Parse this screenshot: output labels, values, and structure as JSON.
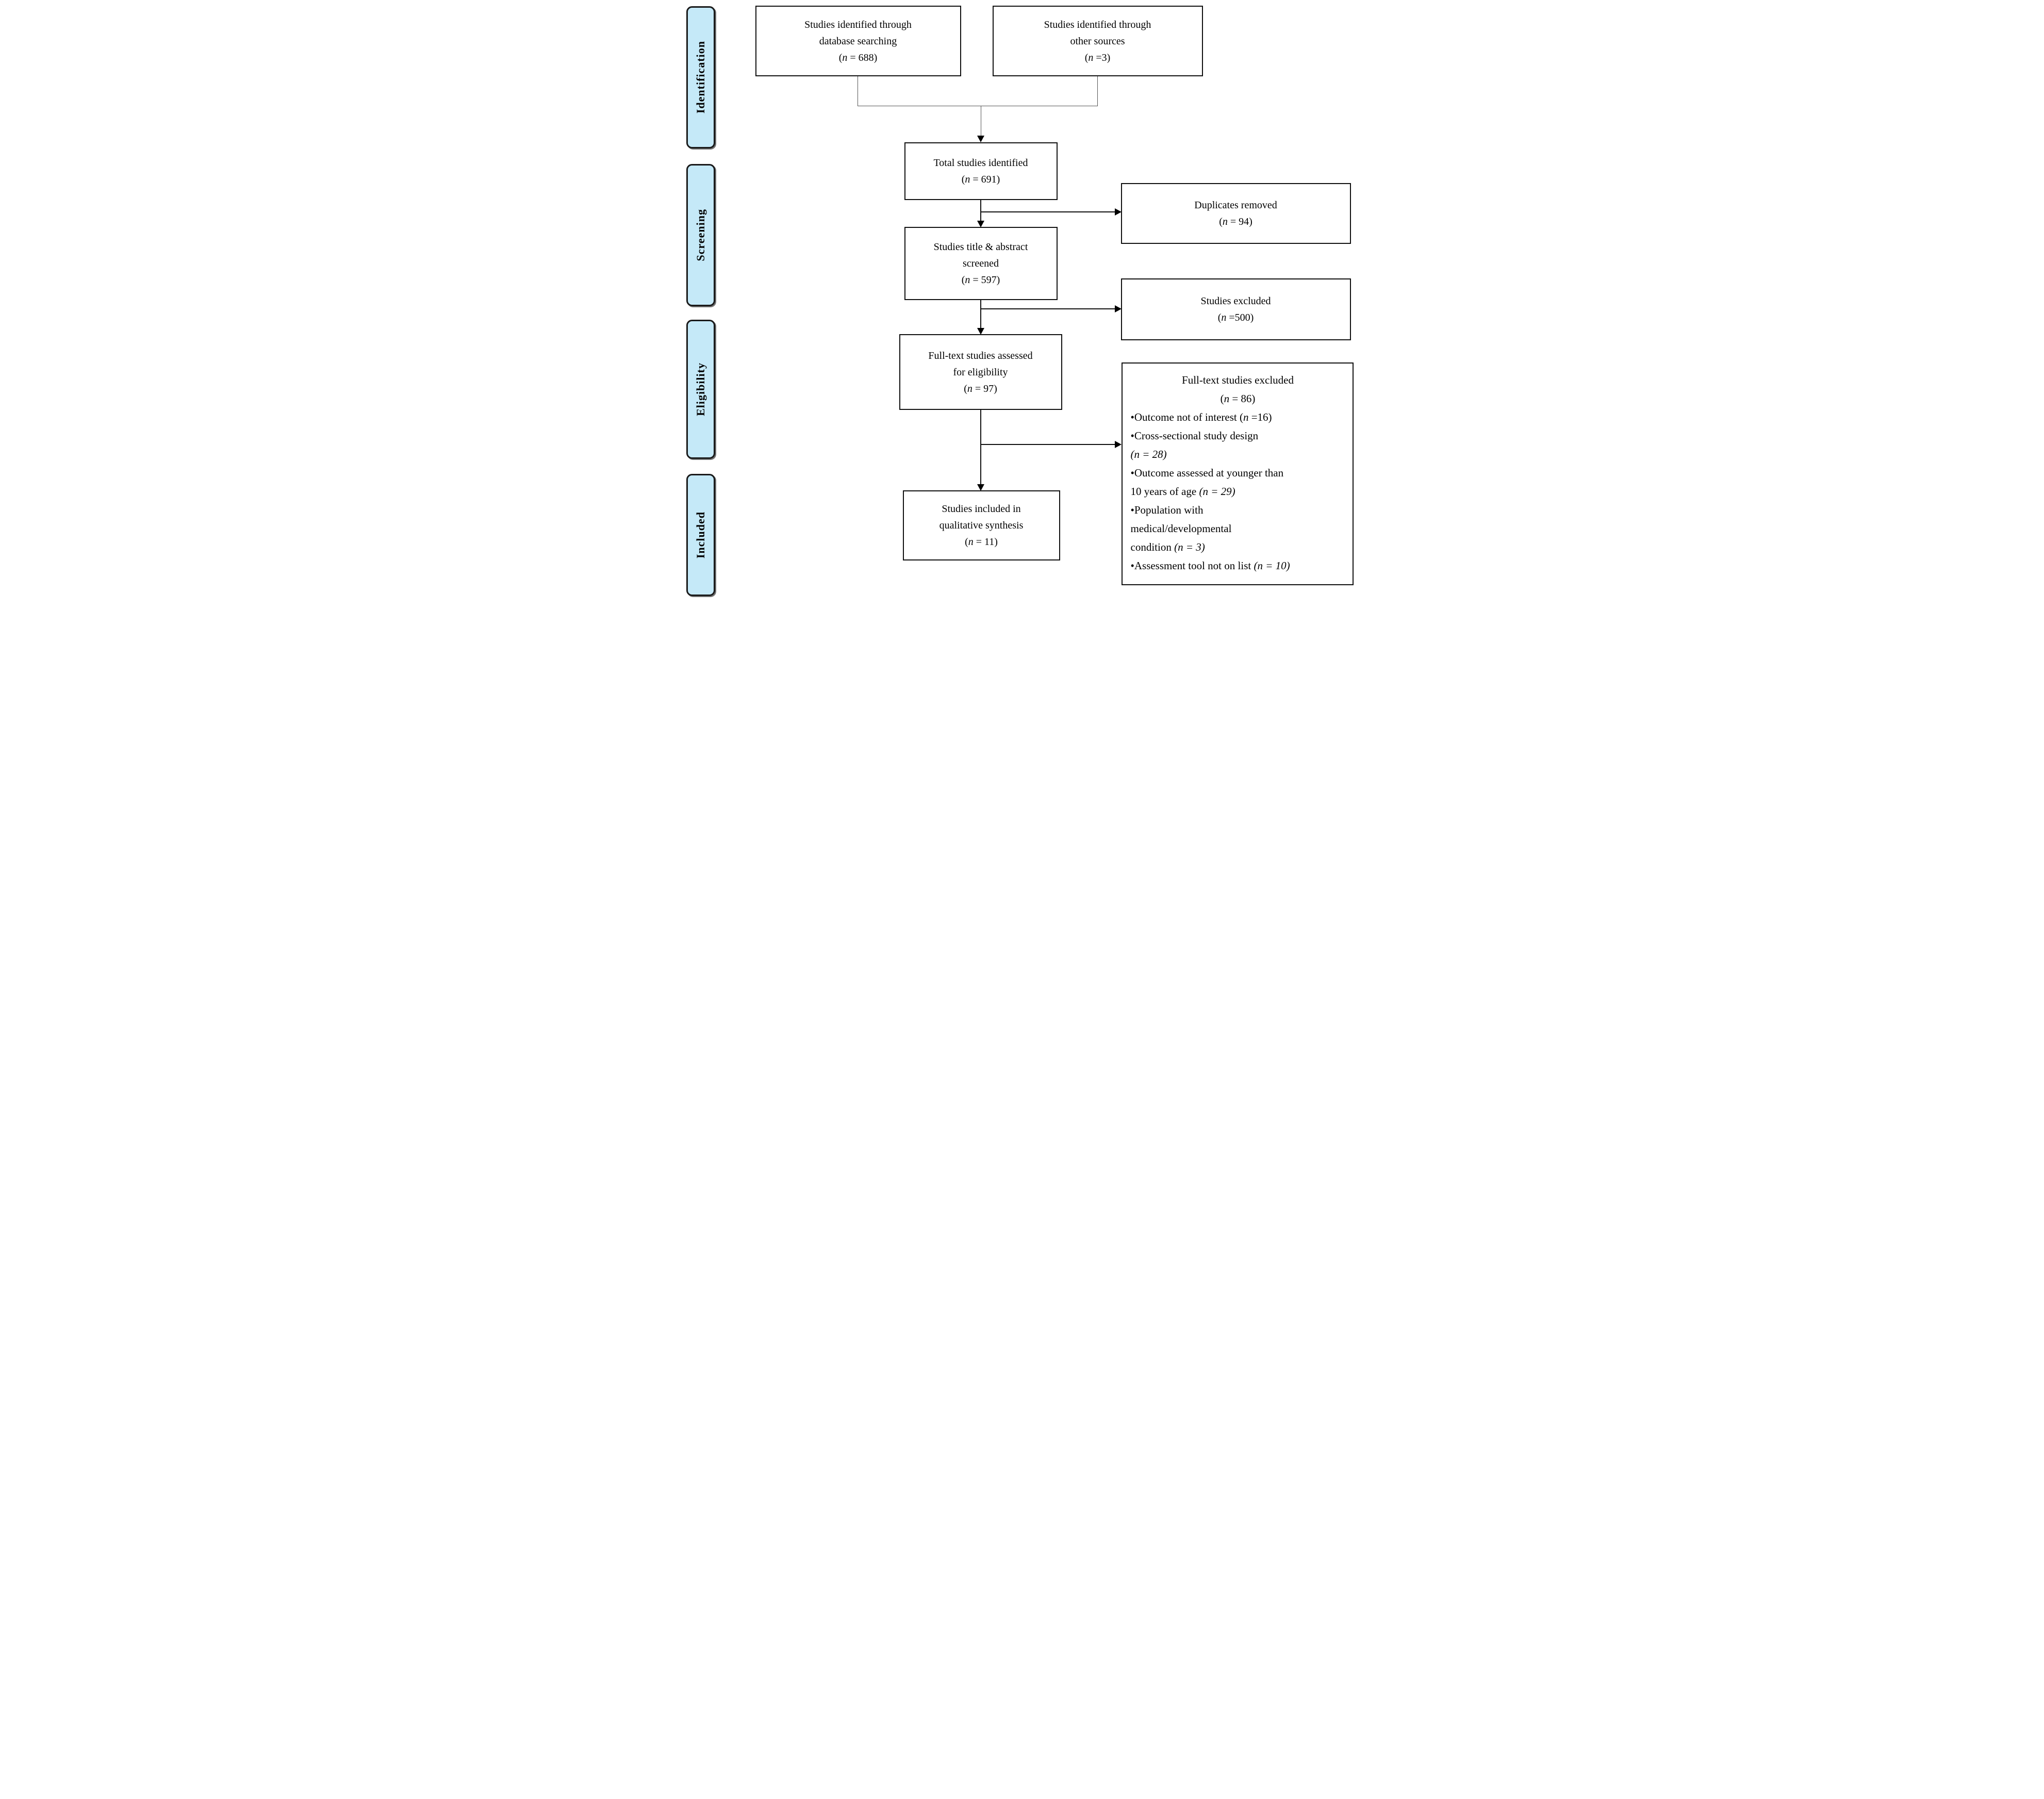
{
  "diagram": {
    "stages": [
      {
        "label": "Identification"
      },
      {
        "label": "Screening"
      },
      {
        "label": "Eligibility"
      },
      {
        "label": "Included"
      }
    ],
    "boxes": {
      "identified_database": {
        "lines": [
          "Studies identified through",
          "database searching"
        ],
        "count": "(n = 688)"
      },
      "identified_other": {
        "lines": [
          "Studies identified through",
          "other sources"
        ],
        "count": "(n =3)"
      },
      "total_identified": {
        "lines": [
          "Total studies identified"
        ],
        "count": "(n = 691)"
      },
      "duplicates_removed": {
        "lines": [
          "Duplicates removed"
        ],
        "count": "(n = 94)"
      },
      "title_abstract_screened": {
        "lines": [
          "Studies title & abstract",
          "screened"
        ],
        "count": "(n = 597)"
      },
      "studies_excluded": {
        "lines": [
          "Studies excluded"
        ],
        "count": "(n =500)"
      },
      "fulltext_assessed": {
        "lines": [
          "Full-text studies assessed",
          "for eligibility"
        ],
        "count": "(n = 97)"
      },
      "fulltext_excluded": {
        "title": "Full-text studies excluded",
        "count": "(n = 86)",
        "items": [
          "•Outcome not of interest (n =16)",
          "•Cross-sectional study design",
          "(n = 28)",
          "•Outcome assessed at younger than",
          "10 years of age (n = 29)",
          "•Population with",
          "medical/developmental",
          "condition (n = 3)",
          "•Assessment tool not on list (n = 10)"
        ]
      },
      "included_qualitative": {
        "lines": [
          "Studies included in",
          "qualitative synthesis"
        ],
        "count": "(n = 11)"
      }
    },
    "styles": {
      "stage_fill": "#c5e9f8",
      "stage_border": "#1a1a1a",
      "box_border": "#111111",
      "line_color": "#111111",
      "thin_line_color": "#555555",
      "italic_paren_lines": [
        "(n = 28)",
        "(n = 29)",
        "(n = 3)",
        "(n = 10)"
      ]
    }
  }
}
